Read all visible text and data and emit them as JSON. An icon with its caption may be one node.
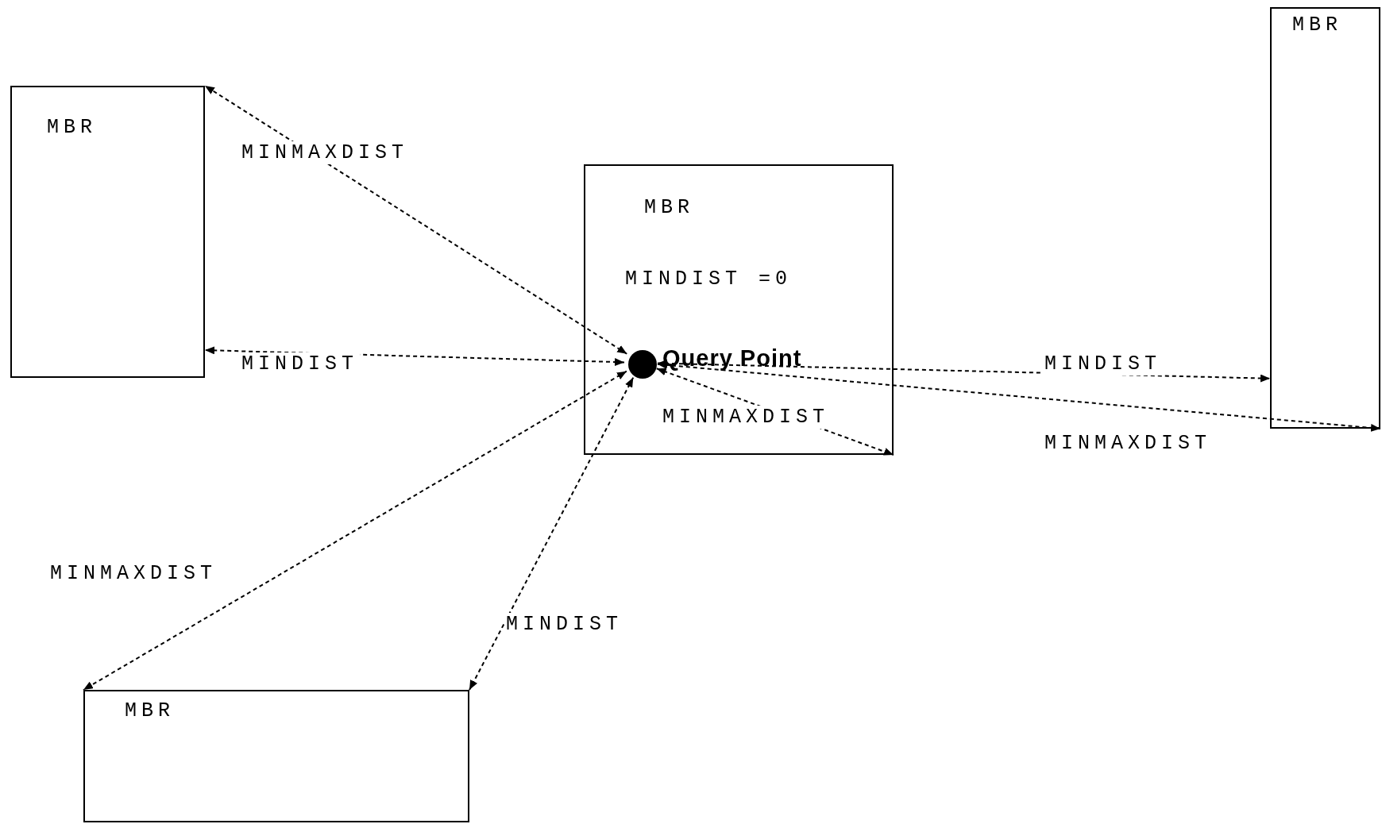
{
  "diagram": {
    "nodes": [
      {
        "text": [
          "MBR"
        ]
      },
      {
        "text": [
          "MBR",
          "MINDIST =0"
        ]
      },
      {
        "text": [],
        "shape": "circle",
        "in": 1,
        "beside": [
          "Query Point"
        ]
      },
      {
        "text": [
          "MBR"
        ]
      },
      {
        "text": [
          "MBR"
        ]
      }
    ],
    "edges": [
      {
        "from": 2,
        "to": 0,
        "arrow": "both",
        "label": "MINMAXDIST"
      },
      {
        "from": 2,
        "to": 0,
        "arrow": "both",
        "label": "MINDIST"
      },
      {
        "from": 2,
        "to": 3,
        "arrow": "both",
        "label": "MINDIST"
      },
      {
        "from": 2,
        "to": 3,
        "arrow": "both",
        "label": "MINMAXDIST"
      },
      {
        "from": 2,
        "to": 1,
        "arrow": "both",
        "label": "MINMAXDIST"
      },
      {
        "from": 2,
        "to": 4,
        "arrow": "both",
        "label": "MINMAXDIST"
      },
      {
        "from": 2,
        "to": 4,
        "arrow": "both",
        "label": "MINDIST"
      }
    ]
  }
}
